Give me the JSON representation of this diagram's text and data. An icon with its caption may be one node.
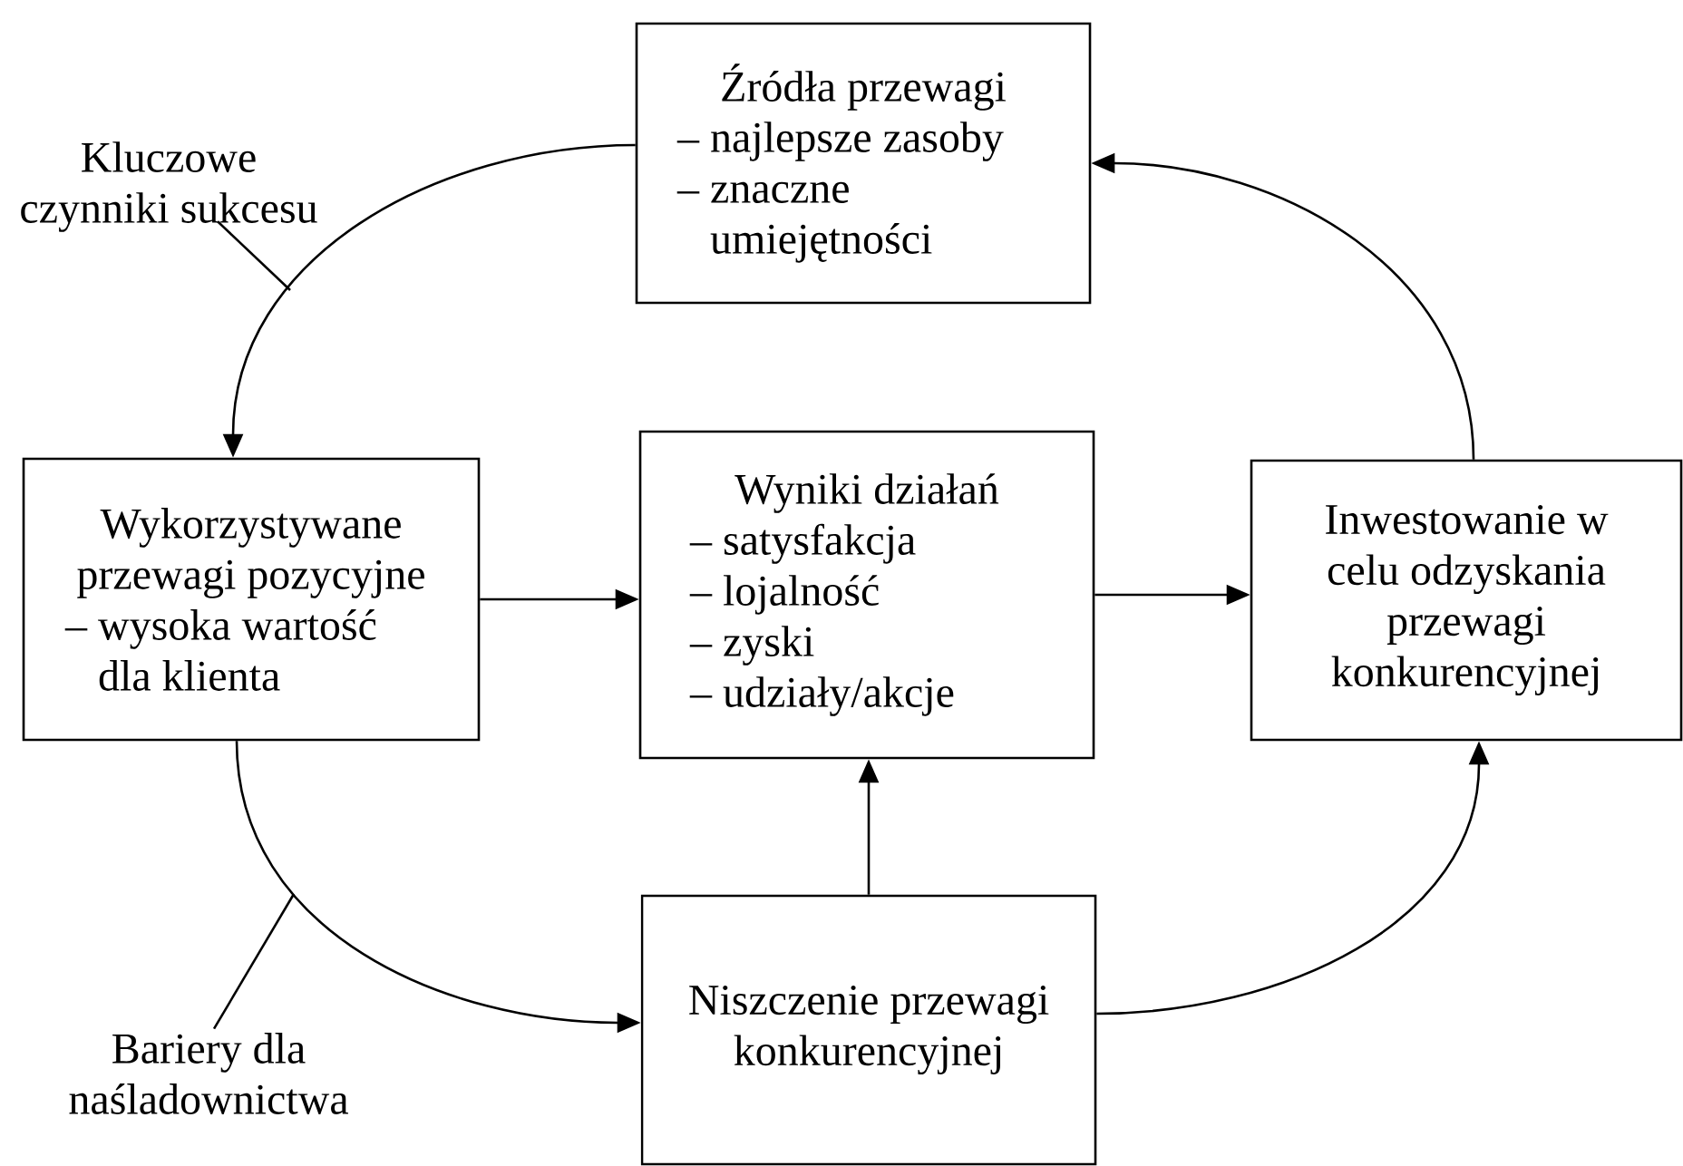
{
  "diagram": {
    "nodes": [
      {
        "text": [
          "Źródła przewagi",
          "– najlepsze zasoby",
          "– znaczne umiejętności"
        ]
      },
      {
        "text": [
          "Wykorzystywane przewagi pozycyjne",
          "– wysoka wartość dla klienta"
        ]
      },
      {
        "text": [
          "Wyniki działań",
          "– satysfakcja",
          "– lojalność",
          "– zyski",
          "– udziały/akcje"
        ]
      },
      {
        "text": [
          "Inwestowanie w celu odzyskania przewagi konkurencyjnej"
        ]
      },
      {
        "text": [
          "Niszczenie przewagi konkurencyjnej"
        ]
      },
      {
        "text": [
          "Kluczowe czynniki sukcesu"
        ]
      },
      {
        "text": [
          "Bariery dla naśladownictwa"
        ]
      }
    ],
    "edges": [
      {
        "from": 0,
        "to": 1,
        "arrow": "to"
      },
      {
        "from": 1,
        "to": 2,
        "arrow": "to"
      },
      {
        "from": 2,
        "to": 3,
        "arrow": "to"
      },
      {
        "from": 3,
        "to": 0,
        "arrow": "to"
      },
      {
        "from": 1,
        "to": 4,
        "arrow": "to"
      },
      {
        "from": 4,
        "to": 2,
        "arrow": "to"
      },
      {
        "from": 4,
        "to": 3,
        "arrow": "to"
      },
      {
        "from": 5,
        "to": null,
        "arrow": "none"
      },
      {
        "from": 6,
        "to": null,
        "arrow": "none"
      }
    ]
  }
}
